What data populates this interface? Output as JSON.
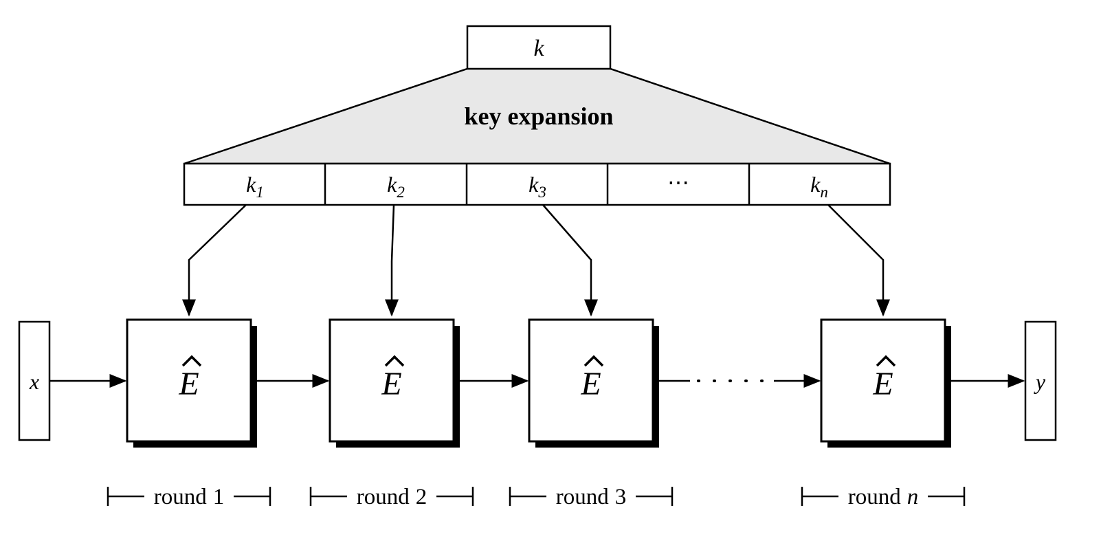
{
  "diagram": {
    "key_box": {
      "label": "k"
    },
    "key_expansion": {
      "label": "key expansion"
    },
    "subkey_row": {
      "cells": [
        {
          "base": "k",
          "sub": "1"
        },
        {
          "base": "k",
          "sub": "2"
        },
        {
          "base": "k",
          "sub": "3"
        },
        {
          "base": "⋯",
          "sub": ""
        },
        {
          "base": "k",
          "sub": "n"
        }
      ]
    },
    "input_box": {
      "label": "x"
    },
    "output_box": {
      "label": "y"
    },
    "rounds": [
      {
        "letter": "E",
        "accent": "circumflex",
        "label": "round",
        "num": "1"
      },
      {
        "letter": "E",
        "accent": "circumflex",
        "label": "round",
        "num": "2"
      },
      {
        "letter": "E",
        "accent": "circumflex",
        "label": "round",
        "num": "3"
      },
      {
        "letter": "E",
        "accent": "circumflex",
        "label": "round",
        "num": "n"
      }
    ],
    "colors": {
      "trapezoid_fill": "#e8e8e8",
      "stroke": "#000000",
      "background": "#ffffff"
    }
  }
}
